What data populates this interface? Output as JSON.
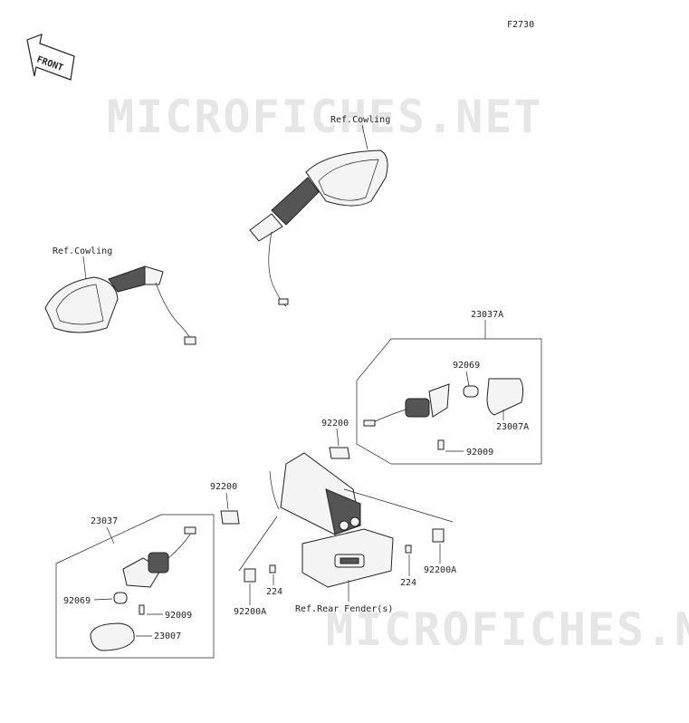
{
  "figure_code": "F2730",
  "front_label": "FRONT",
  "watermark": "MICROFICHES.NET",
  "ref_labels": {
    "cowling_right": "Ref.Cowling",
    "cowling_left": "Ref.Cowling",
    "rear_fender": "Ref.Rear Fender(s)"
  },
  "parts": {
    "p23037A": "23037A",
    "p92069_r": "92069",
    "p23007A": "23007A",
    "p92200_r": "92200",
    "p92009_r": "92009",
    "p92200_l": "92200",
    "p23037": "23037",
    "p92069_l": "92069",
    "p92009_l": "92009",
    "p23007": "23007",
    "p224_l": "224",
    "p92200A_l": "92200A",
    "p224_r": "224",
    "p92200A_r": "92200A"
  }
}
